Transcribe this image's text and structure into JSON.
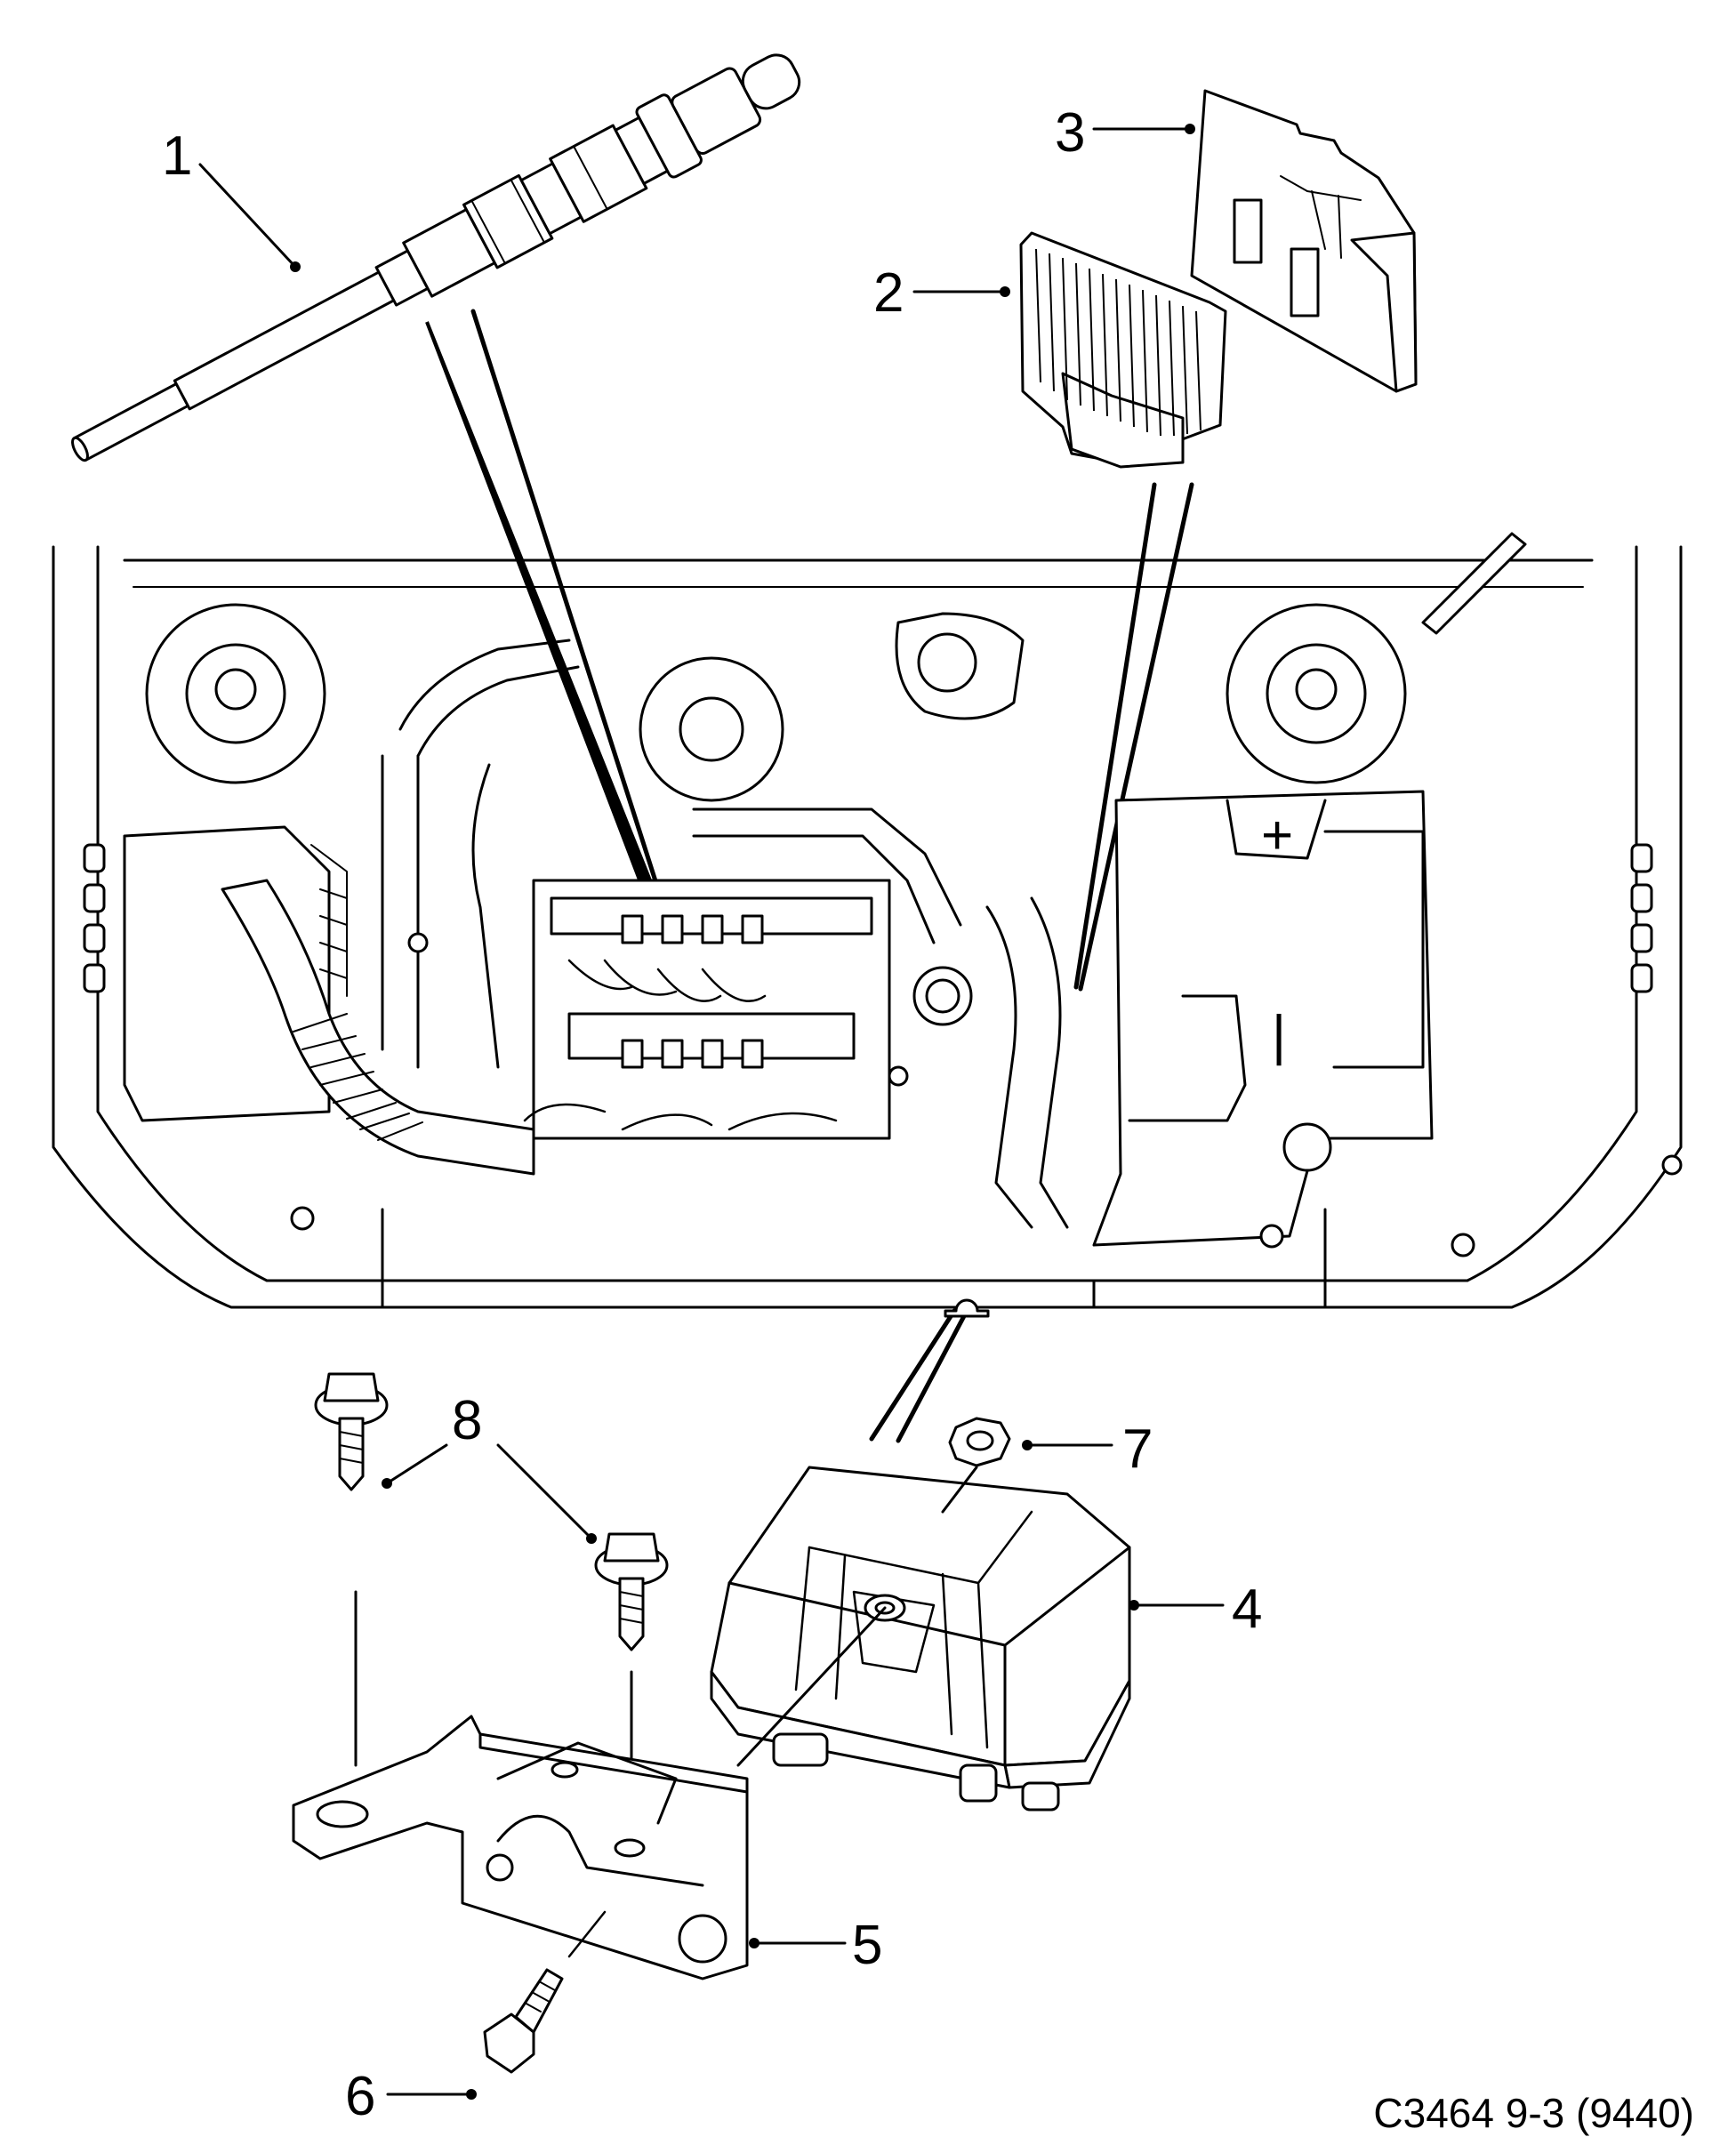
{
  "figure": {
    "code": "C3464 9-3 (9440)"
  },
  "callouts": [
    {
      "number": "1"
    },
    {
      "number": "2"
    },
    {
      "number": "3"
    },
    {
      "number": "4"
    },
    {
      "number": "5"
    },
    {
      "number": "6"
    },
    {
      "number": "7"
    },
    {
      "number": "8"
    }
  ],
  "icons": [
    "glow-plug-icon",
    "control-unit-icon",
    "circuit-board-icon",
    "engine-bay-icon",
    "relay-cover-icon",
    "bracket-icon",
    "bolt-icon",
    "nut-icon"
  ],
  "colors": {
    "line": "#000000",
    "background": "#ffffff"
  }
}
